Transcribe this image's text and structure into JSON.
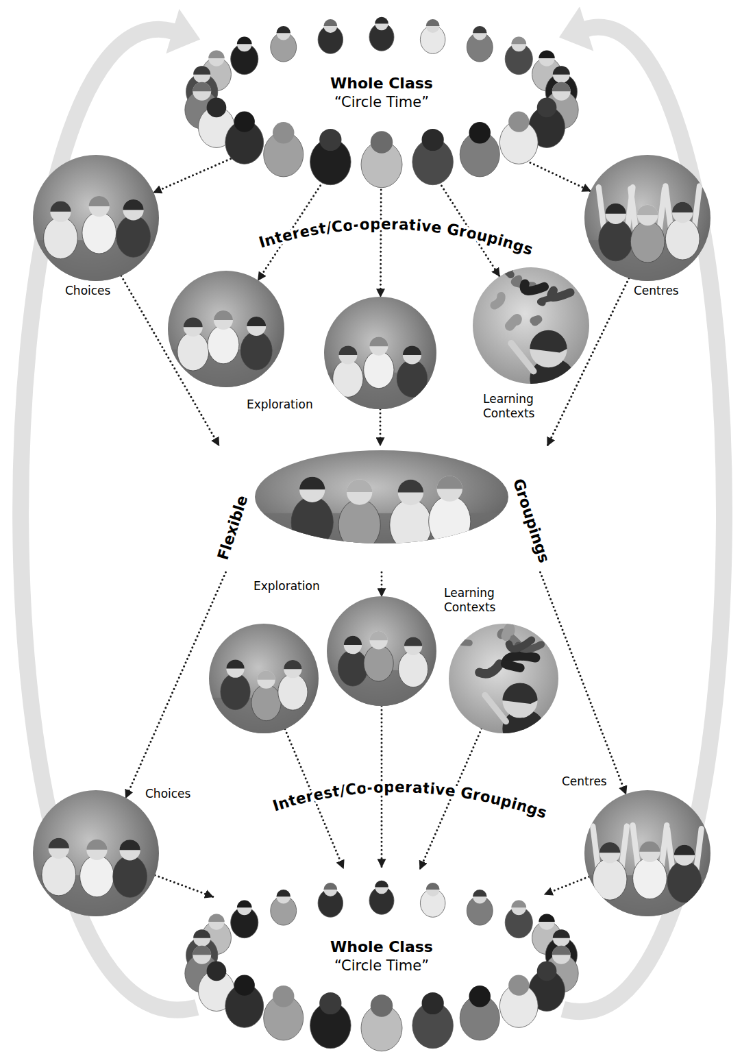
{
  "diagram": {
    "nodes": [
      {
        "text": [
          "Whole Class",
          "“Circle Time”"
        ]
      },
      {
        "text": [
          "Choices"
        ]
      },
      {
        "text": [
          "Centres"
        ]
      },
      {
        "text": [
          "Exploration"
        ]
      },
      {
        "text": [
          "Learning Contexts"
        ]
      },
      {
        "text": [
          "Flexible",
          "Groupings"
        ]
      },
      {
        "text": [
          "Exploration"
        ]
      },
      {
        "text": [
          "Learning Contexts"
        ]
      },
      {
        "text": [
          "Choices"
        ]
      },
      {
        "text": [
          "Centres"
        ]
      },
      {
        "text": [
          "Whole Class",
          "“Circle Time”"
        ]
      }
    ],
    "edges": [
      {
        "from": 0,
        "to": 1,
        "arrow": "to"
      },
      {
        "from": 0,
        "to": 3,
        "arrow": "to"
      },
      {
        "from": 0,
        "to": 4,
        "arrow": "to"
      },
      {
        "from": 0,
        "to": 2,
        "arrow": "to"
      },
      {
        "from": 1,
        "to": 5,
        "arrow": "to"
      },
      {
        "from": 4,
        "to": 5,
        "arrow": "to"
      },
      {
        "from": 2,
        "to": 5,
        "arrow": "to"
      },
      {
        "from": 5,
        "to": 8,
        "arrow": "to"
      },
      {
        "from": 5,
        "to": 7,
        "arrow": "to"
      },
      {
        "from": 5,
        "to": 9,
        "arrow": "to"
      },
      {
        "from": 6,
        "to": 10,
        "arrow": "to"
      },
      {
        "from": 7,
        "to": 10,
        "arrow": "to"
      },
      {
        "from": 8,
        "to": 10,
        "arrow": "to"
      },
      {
        "from": 9,
        "to": 10,
        "arrow": "to"
      },
      {
        "from": 10,
        "to": 0,
        "arrow": "to"
      },
      {
        "from": 10,
        "to": 0,
        "arrow": "to"
      }
    ],
    "labels": [
      "Interest/Co-operative Groupings",
      "Interest/Co-operative Groupings"
    ]
  }
}
